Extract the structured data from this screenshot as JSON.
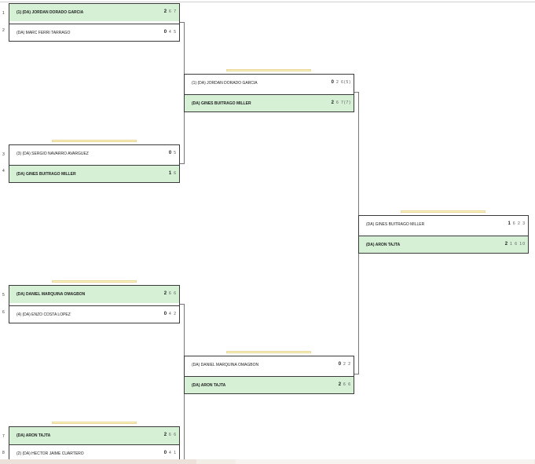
{
  "round1": [
    {
      "seeds": [
        "1",
        "2"
      ],
      "top": {
        "name": "(1) (DA) JORDAN DORADO GARCIA",
        "won": "2",
        "score": "6 7",
        "winner": true
      },
      "bottom": {
        "name": "(DA) MARC FERRI TARRAGO",
        "won": "0",
        "score": "4 5",
        "winner": false
      }
    },
    {
      "seeds": [
        "3",
        "4"
      ],
      "top": {
        "name": "(3) (DA) SERGIO NAVARRO AVARGUEZ",
        "won": "0",
        "score": "5",
        "winner": false
      },
      "bottom": {
        "name": "(DA) GINES BUITRAGO MILLER",
        "won": "1",
        "score": "6",
        "winner": true
      }
    },
    {
      "seeds": [
        "5",
        "6"
      ],
      "top": {
        "name": "(DA) DANIEL MARQUINA OMAGBON",
        "won": "2",
        "score": "6 6",
        "winner": true
      },
      "bottom": {
        "name": "(4) (DA) ENZO COSTA LOPEZ",
        "won": "0",
        "score": "4 2",
        "winner": false
      }
    },
    {
      "seeds": [
        "7",
        "8"
      ],
      "top": {
        "name": "(DA) ARON TAJTA",
        "won": "2",
        "score": "6 6",
        "winner": true
      },
      "bottom": {
        "name": "(2) (DA) HECTOR JAIME CUARTERO",
        "won": "0",
        "score": "4 1",
        "winner": false
      }
    }
  ],
  "round2": [
    {
      "top": {
        "name": "(1) (DA) JORDAN DORADO GARCIA",
        "won": "0",
        "score": "2 6(5)",
        "winner": false
      },
      "bottom": {
        "name": "(DA) GINES BUITRAGO MILLER",
        "won": "2",
        "score": "6 7(7)",
        "winner": true
      }
    },
    {
      "top": {
        "name": "(DA) DANIEL MARQUINA OMAGBON",
        "won": "0",
        "score": "2 2",
        "winner": false
      },
      "bottom": {
        "name": "(DA) ARON TAJTA",
        "won": "2",
        "score": "6 6",
        "winner": true
      }
    }
  ],
  "final": {
    "top": {
      "name": "(DA) GINES BUITRAGO MILLER",
      "won": "1",
      "score": "6 2 3",
      "winner": false
    },
    "bottom": {
      "name": "(DA) ARON TAJTA",
      "won": "2",
      "score": "1 6 10",
      "winner": true
    }
  }
}
